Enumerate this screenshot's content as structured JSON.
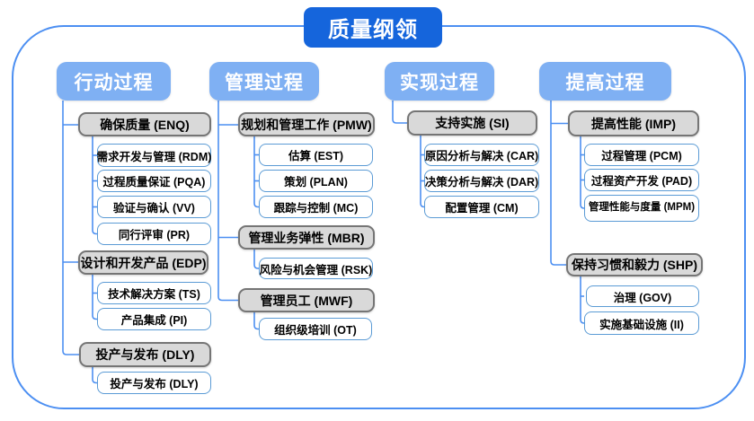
{
  "title": "质量纲领",
  "palette": {
    "title_blue": "#1565DC",
    "header_blue": "#7FB0F3",
    "leaf_border_blue": "#5B9BD5",
    "connector_blue": "#4C8FF2",
    "group_gray_fill": "#D9D9D9",
    "group_gray_border": "#757575"
  },
  "columns": [
    {
      "label": "行动过程",
      "groups": [
        {
          "label": "确保质量 (ENQ)",
          "children": [
            "需求开发与管理 (RDM)",
            "过程质量保证 (PQA)",
            "验证与确认 (VV)",
            "同行评审 (PR)"
          ]
        },
        {
          "label": "设计和开发产品 (EDP)",
          "children": [
            "技术解决方案 (TS)",
            "产品集成 (PI)"
          ]
        },
        {
          "label": "投产与发布 (DLY)",
          "children": [
            "投产与发布 (DLY)"
          ]
        }
      ]
    },
    {
      "label": "管理过程",
      "groups": [
        {
          "label": "规划和管理工作 (PMW)",
          "children": [
            "估算 (EST)",
            "策划 (PLAN)",
            "跟踪与控制 (MC)"
          ]
        },
        {
          "label": "管理业务弹性 (MBR)",
          "children": [
            "风险与机会管理 (RSK)"
          ]
        },
        {
          "label": "管理员工 (MWF)",
          "children": [
            "组织级培训 (OT)"
          ]
        }
      ]
    },
    {
      "label": "实现过程",
      "groups": [
        {
          "label": "支持实施 (SI)",
          "children": [
            "原因分析与解决 (CAR)",
            "决策分析与解决 (DAR)",
            "配置管理 (CM)"
          ]
        }
      ]
    },
    {
      "label": "提高过程",
      "groups": [
        {
          "label": "提高性能 (IMP)",
          "children": [
            "过程管理 (PCM)",
            "过程资产开发 (PAD)",
            "管理性能与度量 (MPM)"
          ]
        },
        {
          "label": "保持习惯和毅力 (SHP)",
          "children": [
            "治理 (GOV)",
            "实施基础设施 (II)"
          ]
        }
      ]
    }
  ]
}
